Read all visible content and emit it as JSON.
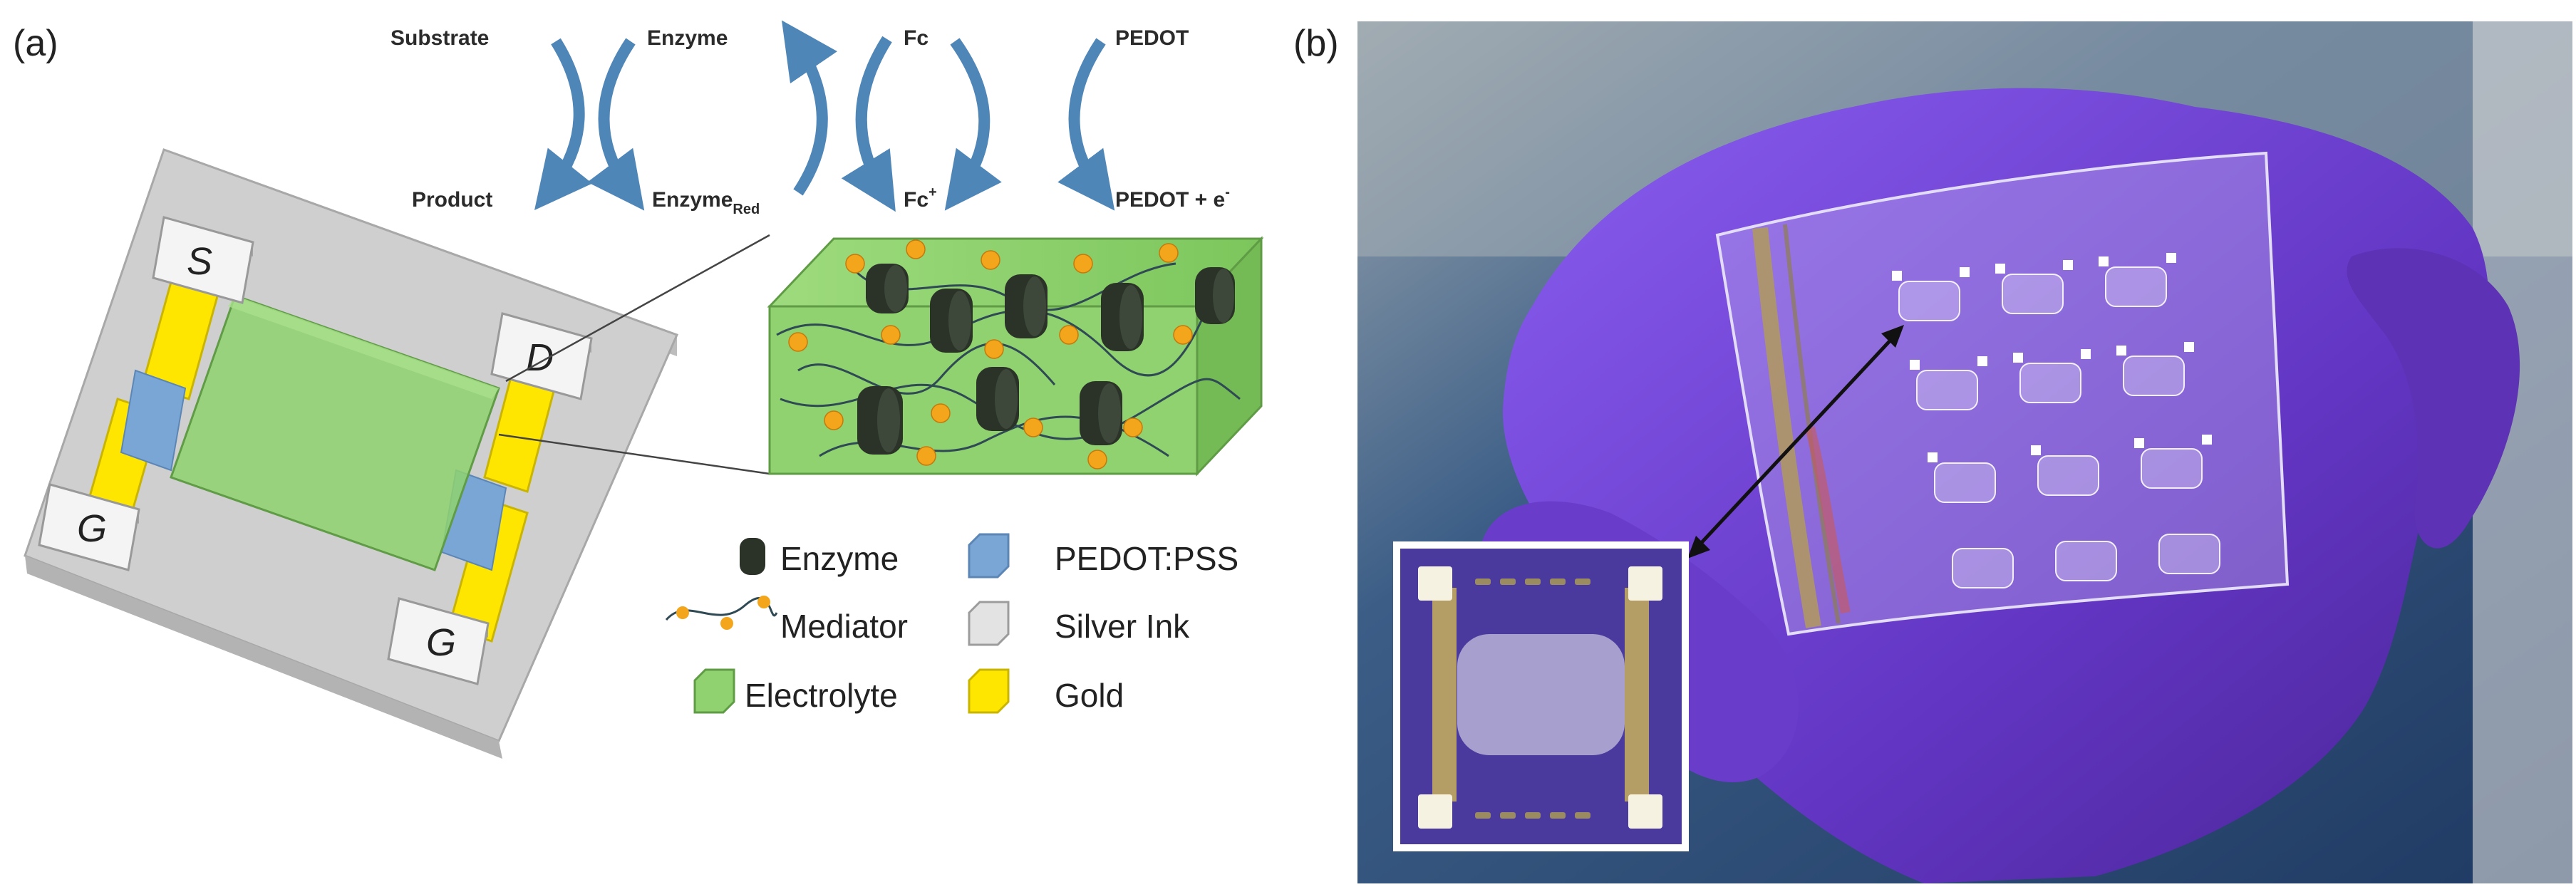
{
  "panels": {
    "a_label": "(a)",
    "b_label": "(b)"
  },
  "reaction": {
    "substrate": "Substrate",
    "product": "Product",
    "enzyme": "Enzyme",
    "enzyme_red_base": "Enzyme",
    "enzyme_red_sub": "Red",
    "fc": "Fc",
    "fc_plus_base": "Fc",
    "fc_plus_sup": "+",
    "pedot": "PEDOT",
    "pedot_e_base": "PEDOT + e",
    "pedot_e_sup": "-",
    "arrow_color": "#4f86b8"
  },
  "device": {
    "terminal_source": "S",
    "terminal_drain": "D",
    "terminal_gate_left": "G",
    "terminal_gate_right": "G"
  },
  "legend": {
    "enzyme": "Enzyme",
    "mediator": "Mediator",
    "electrolyte": "Electrolyte",
    "pedot_pss": "PEDOT:PSS",
    "silver_ink": "Silver Ink",
    "gold": "Gold"
  },
  "colors": {
    "electrolyte": "#8fd26f",
    "pedot_pss": "#7aa6d6",
    "silver_ink": "#d6d6d6",
    "gold": "#ffe600",
    "enzyme": "#2b3328",
    "mediator": "#f3a51c",
    "glove": "#6f3fd0",
    "photo_background": "#2d4f7a"
  }
}
